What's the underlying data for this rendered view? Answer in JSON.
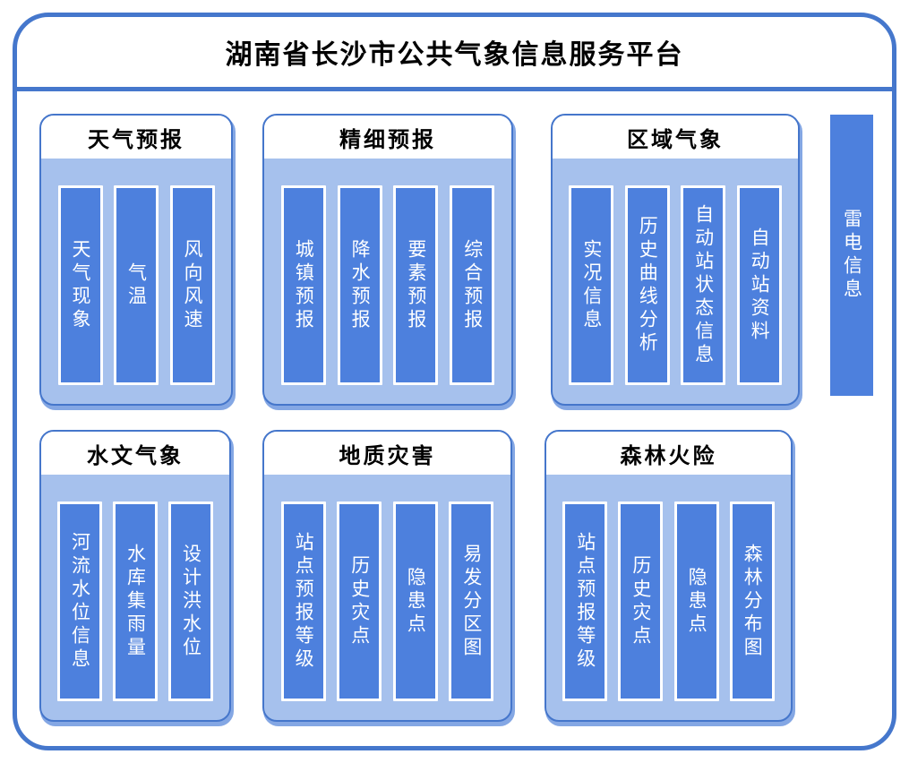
{
  "title": "湖南省长沙市公共气象信息服务平台",
  "side_bar": {
    "label": "雷电信息"
  },
  "colors": {
    "frame_border": "#4577cc",
    "group_border": "#4576cb",
    "group_body": "#a6c1ed",
    "bar_fill": "#4d80dd",
    "bar_border": "#ffffff",
    "shadow": "#84a7e4",
    "title_text": "#000000",
    "bar_text": "#ffffff"
  },
  "groups": [
    {
      "id": "weather-forecast",
      "label": "天气预报",
      "items": [
        "天气现象",
        "气温",
        "风向风速"
      ]
    },
    {
      "id": "fine-forecast",
      "label": "精细预报",
      "items": [
        "城镇预报",
        "降水预报",
        "要素预报",
        "综合预报"
      ]
    },
    {
      "id": "regional-meteorology",
      "label": "区域气象",
      "items": [
        "实况信息",
        "历史曲线分析",
        "自动站状态信息",
        "自动站资料"
      ]
    },
    {
      "id": "hydrological-meteorology",
      "label": "水文气象",
      "items": [
        "河流水位信息",
        "水库集雨量",
        "设计洪水位"
      ]
    },
    {
      "id": "geological-hazard",
      "label": "地质灾害",
      "items": [
        "站点预报等级",
        "历史灾点",
        "隐患点",
        "易发分区图"
      ]
    },
    {
      "id": "forest-fire-risk",
      "label": "森林火险",
      "items": [
        "站点预报等级",
        "历史灾点",
        "隐患点",
        "森林分布图"
      ]
    }
  ]
}
